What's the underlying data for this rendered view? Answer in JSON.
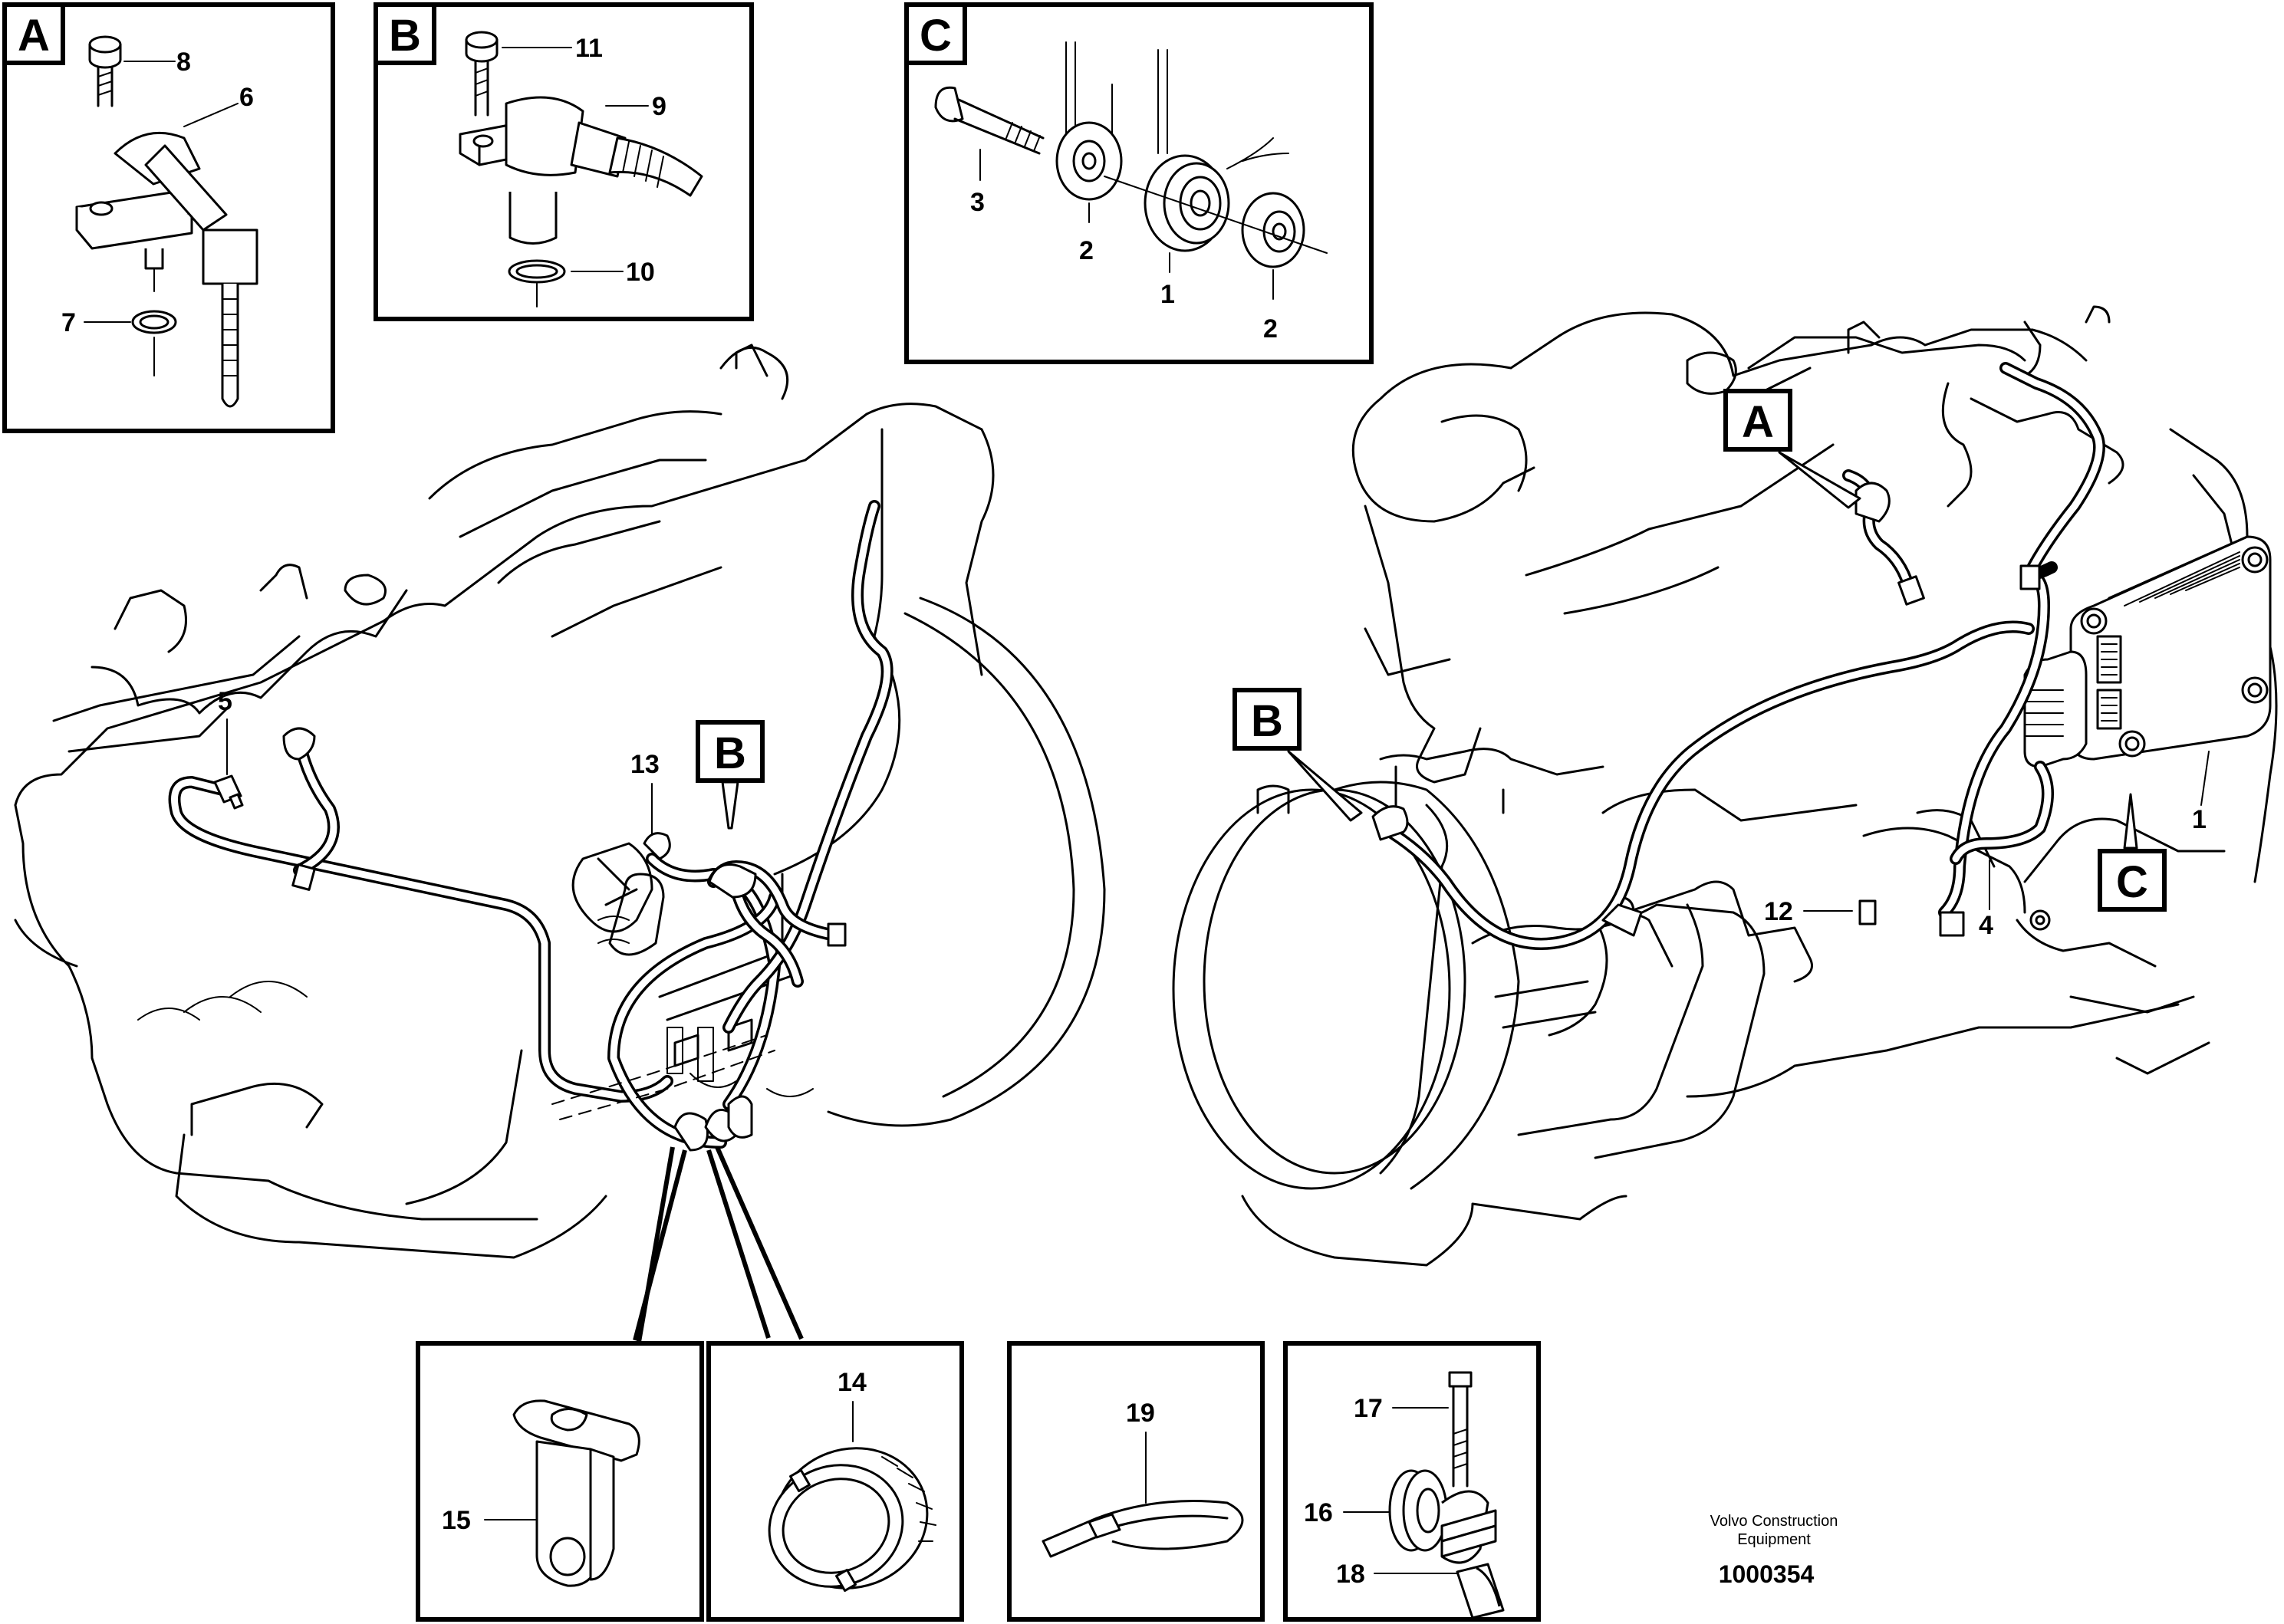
{
  "detail_letters": {
    "a": "A",
    "b": "B",
    "c": "C"
  },
  "labels": {
    "n1": "1",
    "n2": "2",
    "n3": "3",
    "n4": "4",
    "n5": "5",
    "n6": "6",
    "n7": "7",
    "n8": "8",
    "n9": "9",
    "n10": "10",
    "n11": "11",
    "n12": "12",
    "n13": "13",
    "n14": "14",
    "n15": "15",
    "n16": "16",
    "n17": "17",
    "n18": "18",
    "n19": "19"
  },
  "footer": {
    "company_line1": "Volvo Construction",
    "company_line2": "Equipment",
    "drawing_number": "1000354"
  },
  "colors": {
    "line": "#000000",
    "background": "#ffffff"
  }
}
